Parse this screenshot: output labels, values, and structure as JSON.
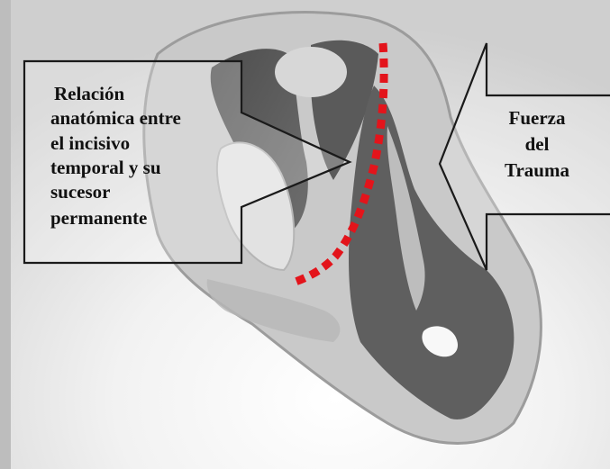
{
  "figure": {
    "left_callout_lines": [
      "Relación",
      "anatómica entre",
      "el incisivo",
      "temporal y su",
      "sucesor",
      "permanente"
    ],
    "right_callout_lines": [
      "Fuerza",
      "del",
      "Trauma"
    ],
    "colors": {
      "photo_background": "#dcdcdc",
      "tissue_dark": "#5b5b5b",
      "dotted_line": "#e3141b",
      "arrow_outline": "#1a1a1a",
      "text": "#111111"
    }
  }
}
